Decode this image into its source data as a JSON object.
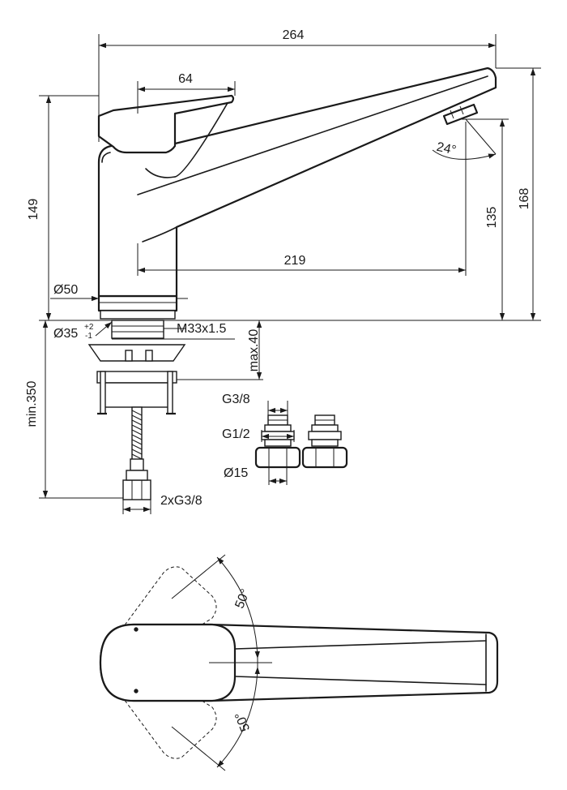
{
  "dimensions": {
    "total_length": "264",
    "lever_length": "64",
    "body_height": "149",
    "total_height": "168",
    "spout_height": "135",
    "spout_reach": "219",
    "base_diameter": "Ø50",
    "hole_diameter": "Ø35",
    "hole_tol_plus": "+2",
    "hole_tol_minus": "-1",
    "thread": "M33x1.5",
    "max_thickness": "max.40",
    "hose_length": "min.350",
    "connector_thread": "2xG3/8",
    "valve_outlet": "G3/8",
    "valve_inlet": "G1/2",
    "pipe_diameter": "Ø15",
    "spout_angle": "24°",
    "lever_angle_up": "50°",
    "lever_angle_down": "50°"
  }
}
